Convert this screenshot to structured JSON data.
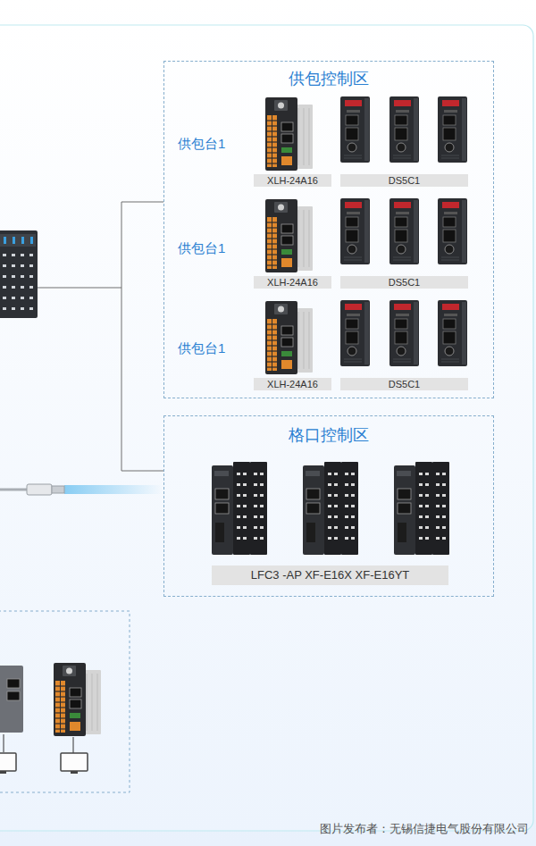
{
  "diagram": {
    "nodes": [
      {
        "text": [
          "供包控制区"
        ]
      },
      {
        "text": [
          "XLH-24A16"
        ],
        "in": 0
      },
      {
        "text": [
          "DS5C1"
        ],
        "in": 0
      },
      {
        "text": [
          "XLH-24A16"
        ],
        "in": 0
      },
      {
        "text": [
          "DS5C1"
        ],
        "in": 0
      },
      {
        "text": [
          "XLH-24A16"
        ],
        "in": 0
      },
      {
        "text": [
          "DS5C1"
        ],
        "in": 0
      },
      {
        "text": [
          "格口控制区"
        ]
      },
      {
        "text": [
          "LFC3 -AP XF-E16X XF-E16YT"
        ],
        "in": 7
      }
    ],
    "labels": [
      "供包台1",
      "供包台1",
      "供包台1",
      "图片发布者：无锡信捷电气股份有限公司"
    ]
  }
}
